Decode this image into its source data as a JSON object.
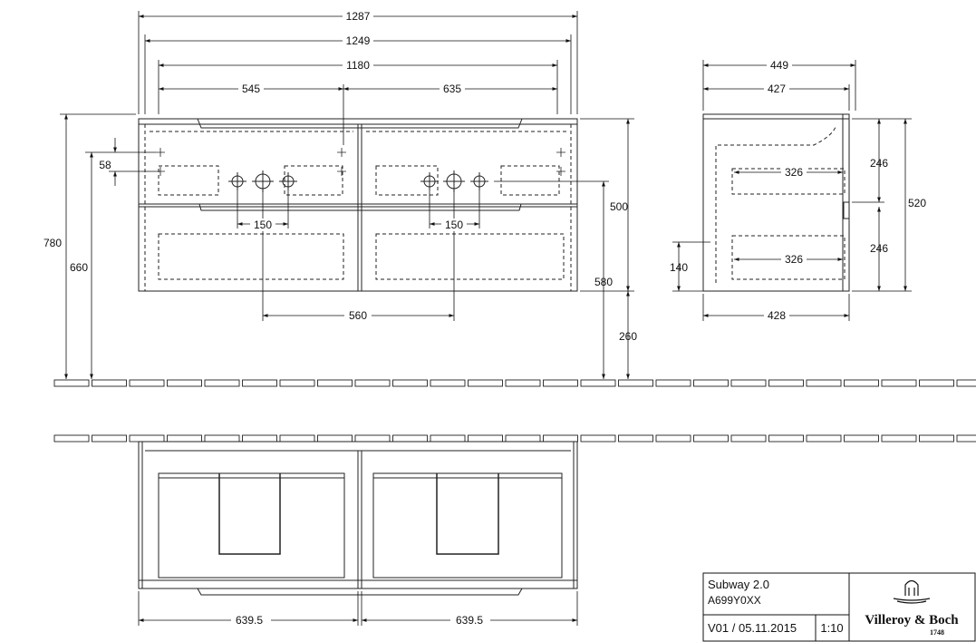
{
  "title_block": {
    "product": "Subway 2.0",
    "article": "A699Y0XX",
    "version": "V01 / 05.11.2015",
    "scale": "1:10",
    "brand": "Villeroy & Boch",
    "brand_year": "1748"
  },
  "front_view": {
    "width_total": "1287",
    "width_body": "1249",
    "width_inner": "1180",
    "width_left_part": "545",
    "width_right_part": "635",
    "height_total": "780",
    "height_660": "660",
    "height_500": "500",
    "height_580": "580",
    "height_260": "260",
    "offset_58": "58",
    "hole_spacing_left": "150",
    "hole_spacing_right": "150",
    "hole_center_distance": "560"
  },
  "side_view": {
    "depth_total": "449",
    "depth_427": "427",
    "depth_428": "428",
    "drawer_depth_top": "326",
    "drawer_depth_bottom": "326",
    "drawer_height_top": "246",
    "drawer_height_bottom": "246",
    "height_total": "520",
    "height_140": "140"
  },
  "top_view": {
    "half_width_left": "639.5",
    "half_width_right": "639.5"
  }
}
